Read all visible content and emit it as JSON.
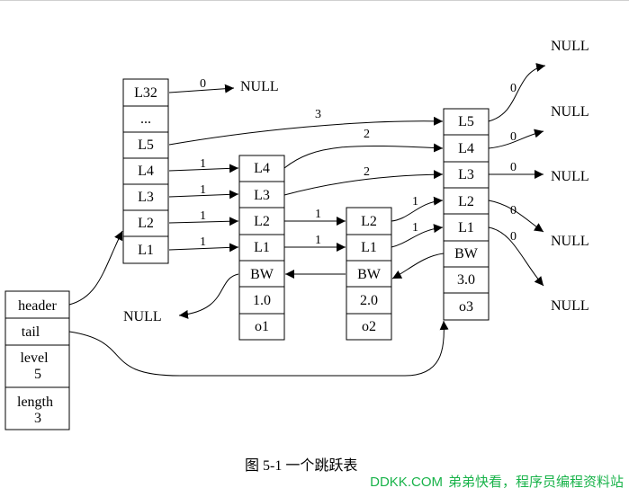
{
  "diagram": {
    "zskiplist": {
      "header_label": "header",
      "tail_label": "tail",
      "level_label": "level",
      "level_value": "5",
      "length_label": "length",
      "length_value": "3"
    },
    "header_node": {
      "levels": [
        "L32",
        "...",
        "L5",
        "L4",
        "L3",
        "L2",
        "L1"
      ]
    },
    "nodes": [
      {
        "levels": [
          "L4",
          "L3",
          "L2",
          "L1"
        ],
        "backward": "BW",
        "score": "1.0",
        "obj": "o1"
      },
      {
        "levels": [
          "L2",
          "L1"
        ],
        "backward": "BW",
        "score": "2.0",
        "obj": "o2"
      },
      {
        "levels": [
          "L5",
          "L4",
          "L3",
          "L2",
          "L1"
        ],
        "backward": "BW",
        "score": "3.0",
        "obj": "o3"
      }
    ],
    "edges": {
      "h_l32_null": "0",
      "h_l5_n3": "3",
      "h_l4_n1": "1",
      "h_l3_n1": "1",
      "h_l2_n1": "1",
      "h_l1_n1": "1",
      "n1_l4_n3": "2",
      "n1_l3_n3": "2",
      "n1_l2_n2": "1",
      "n1_l1_n2": "1",
      "n2_l2_n3": "1",
      "n2_l1_n3": "1",
      "n3_l5_null": "0",
      "n3_l4_null": "0",
      "n3_l3_null": "0",
      "n3_l2_null": "0",
      "n3_l1_null": "0"
    },
    "null_text": "NULL"
  },
  "caption": "图 5-1 一个跳跃表",
  "watermark": {
    "site": "DDKK.COM",
    "tagline": "弟弟快看，程序员编程资料站",
    "color": "#19b34a"
  }
}
